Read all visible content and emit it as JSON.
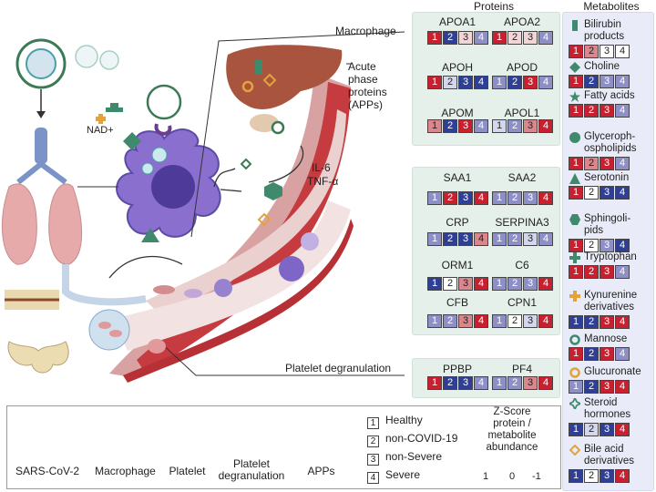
{
  "headers": {
    "proteins": "Proteins",
    "metabolites": "Metabolites"
  },
  "labels": {
    "macrophage": "Macrophage",
    "app_line1": "Acute",
    "app_line2": "phase",
    "app_line3": "proteins",
    "app_line4": "(APPs)",
    "nad": "NAD+",
    "il6": "IL-6",
    "tnf": "TNF-α",
    "platelet_degranulation": "Platelet degranulation"
  },
  "colors": {
    "1": "#c8202e",
    "2": "#2f3f96",
    "3": "#c8202e",
    "4": "#7b78ba",
    "c1": "#c8202e",
    "c2": "#d9878c",
    "c3": "#f2d5d6",
    "c4": "#ffffff",
    "c5": "#d4d6ec",
    "c6": "#8e8fc7",
    "c7": "#2f3f96"
  },
  "proteins": [
    {
      "name": "APOA1",
      "codes": [
        "c1",
        "c7",
        "c3",
        "c6"
      ]
    },
    {
      "name": "APOA2",
      "codes": [
        "c1",
        "c3",
        "c3",
        "c6"
      ]
    },
    {
      "name": "APOH",
      "codes": [
        "c1",
        "c5",
        "c7",
        "c7"
      ]
    },
    {
      "name": "APOD",
      "codes": [
        "c6",
        "c7",
        "c1",
        "c6"
      ]
    },
    {
      "name": "APOM",
      "codes": [
        "c2",
        "c7",
        "c1",
        "c6"
      ]
    },
    {
      "name": "APOL1",
      "codes": [
        "c5",
        "c6",
        "c2",
        "c1"
      ]
    },
    {
      "name": "SAA1",
      "codes": [
        "c6",
        "c1",
        "c7",
        "c1"
      ]
    },
    {
      "name": "SAA2",
      "codes": [
        "c6",
        "c6",
        "c6",
        "c1"
      ]
    },
    {
      "name": "CRP",
      "codes": [
        "c6",
        "c7",
        "c7",
        "c2"
      ]
    },
    {
      "name": "SERPINA3",
      "codes": [
        "c6",
        "c6",
        "c5",
        "c6"
      ]
    },
    {
      "name": "ORM1",
      "codes": [
        "c7",
        "c4",
        "c2",
        "c1"
      ]
    },
    {
      "name": "C6",
      "codes": [
        "c6",
        "c6",
        "c6",
        "c1"
      ]
    },
    {
      "name": "CFB",
      "codes": [
        "c6",
        "c6",
        "c2",
        "c1"
      ]
    },
    {
      "name": "CPN1",
      "codes": [
        "c6",
        "c4",
        "c5",
        "c1"
      ]
    },
    {
      "name": "PPBP",
      "codes": [
        "c1",
        "c7",
        "c7",
        "c6"
      ]
    },
    {
      "name": "PF4",
      "codes": [
        "c6",
        "c6",
        "c2",
        "c1"
      ]
    }
  ],
  "metabolites": [
    {
      "name": "Bilirubin\nproducts",
      "icon": "bar-icon",
      "codes": [
        "c1",
        "c2",
        "c4",
        "c4"
      ]
    },
    {
      "name": "Choline",
      "icon": "diamond-icon",
      "codes": [
        "c1",
        "c7",
        "c6",
        "c6"
      ]
    },
    {
      "name": "Fatty acids",
      "icon": "star-icon",
      "codes": [
        "c1",
        "c1",
        "c1",
        "c6"
      ]
    },
    {
      "name": "Glyceroph-\nospholipids",
      "icon": "circle-icon",
      "codes": [
        "c1",
        "c2",
        "c1",
        "c6"
      ]
    },
    {
      "name": "Serotonin",
      "icon": "triangle-icon",
      "codes": [
        "c1",
        "c4",
        "c7",
        "c7"
      ]
    },
    {
      "name": "Sphingoli-\npids",
      "icon": "hexagon-icon",
      "codes": [
        "c1",
        "c4",
        "c6",
        "c7"
      ]
    },
    {
      "name": "Tryptophan",
      "icon": "cross-icon",
      "codes": [
        "c1",
        "c1",
        "c1",
        "c6"
      ]
    },
    {
      "name": "Kynurenine\nderivatives",
      "icon": "plus-icon",
      "codes": [
        "c7",
        "c7",
        "c1",
        "c1"
      ]
    },
    {
      "name": "Mannose",
      "icon": "ring-icon",
      "codes": [
        "c1",
        "c7",
        "c1",
        "c6"
      ]
    },
    {
      "name": "Glucuronate",
      "icon": "ring-gold-icon",
      "codes": [
        "c6",
        "c7",
        "c1",
        "c1"
      ]
    },
    {
      "name": "Steroid\nhormones",
      "icon": "star4-icon",
      "codes": [
        "c7",
        "c5",
        "c7",
        "c1"
      ]
    },
    {
      "name": "Bile acid\nderivatives",
      "icon": "diamond-outline-icon",
      "codes": [
        "c7",
        "c4",
        "c7",
        "c1"
      ]
    }
  ],
  "legend": {
    "captions": [
      "SARS-CoV-2",
      "Macrophage",
      "Platelet",
      "Platelet\ndegranulation",
      "APPs"
    ],
    "keys": [
      {
        "num": "1",
        "label": "Healthy"
      },
      {
        "num": "2",
        "label": "non-COVID-19"
      },
      {
        "num": "3",
        "label": "non-Severe"
      },
      {
        "num": "4",
        "label": "Severe"
      }
    ],
    "zscore_title": "Z-Score\nprotein /\nmetabolite\nabundance",
    "ticks": [
      "1",
      "0",
      "-1"
    ]
  }
}
